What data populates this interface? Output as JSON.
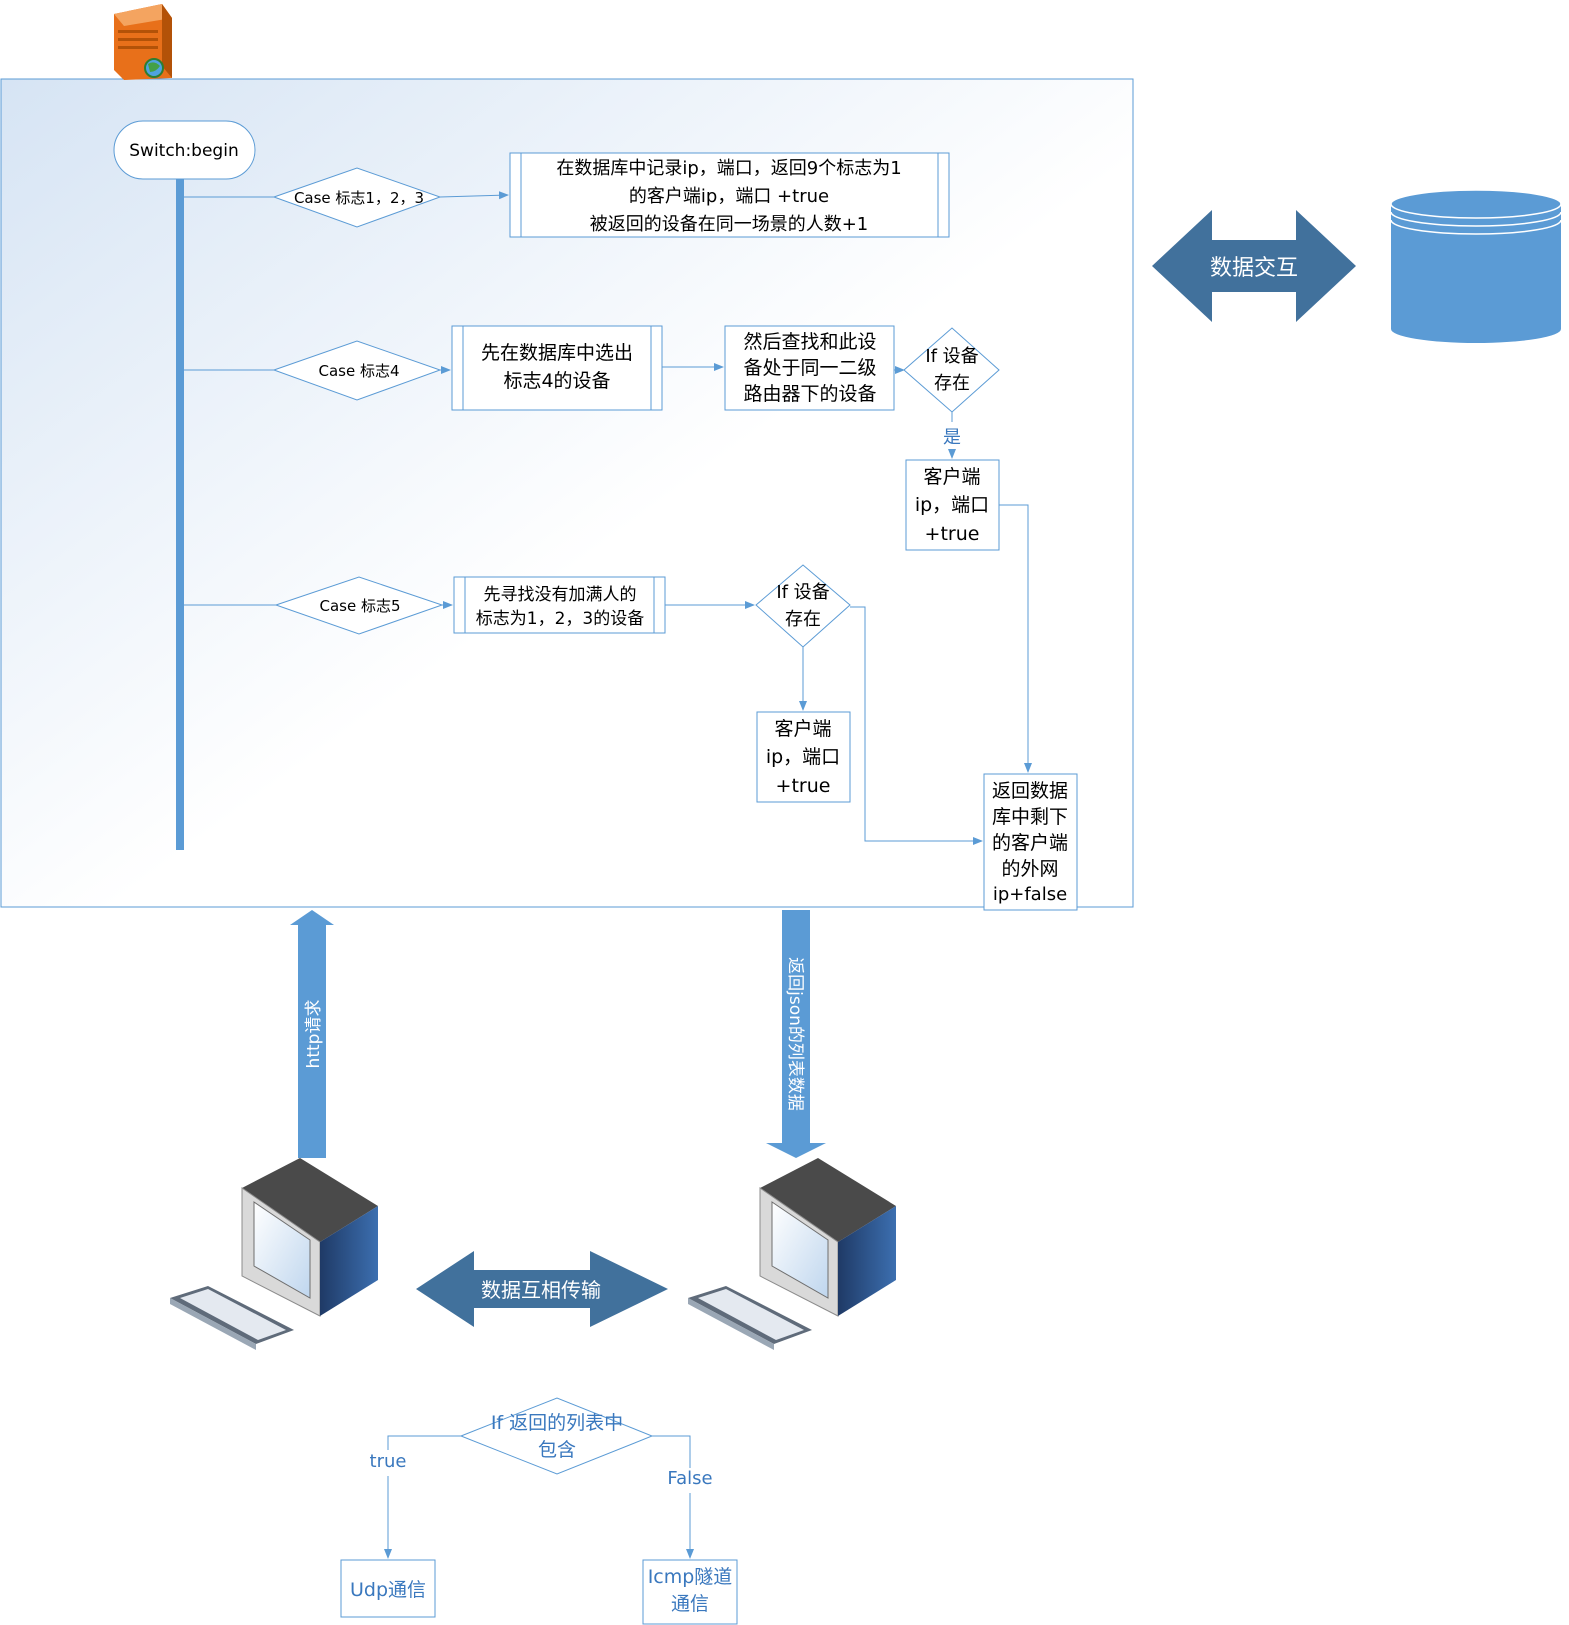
{
  "colors": {
    "accent": "#5B9BD5",
    "arrow_dark": "#41719C",
    "line": "#5B9BD5",
    "text_blue": "#3A78BE",
    "server_orange": "#E36C09"
  },
  "icons": {
    "server": "server-icon",
    "database": "database-icon",
    "computers": "desktop-computer-icon"
  },
  "flow": {
    "start": "Switch:begin",
    "case123": {
      "label": "Case 标志1，2，3",
      "box_lines": [
        "在数据库中记录ip，端口，返回9个标志为1",
        "的客户端ip，端口 +true",
        "被返回的设备在同一场景的人数+1"
      ]
    },
    "case4": {
      "label": "Case 标志4",
      "box1_lines": [
        "先在数据库中选出",
        "标志4的设备"
      ],
      "box2_lines": [
        "然后查找和此设",
        "备处于同一二级",
        "路由器下的设备"
      ],
      "decision_lines": [
        "If 设备",
        "存在"
      ],
      "yes_label": "是",
      "result_lines": [
        "客户端",
        "ip，端口",
        "+true"
      ]
    },
    "case5": {
      "label": "Case 标志5",
      "box_lines": [
        "先寻找没有加满人的",
        "标志为1，2，3的设备"
      ],
      "decision_lines": [
        "If 设备",
        "存在"
      ],
      "result_lines": [
        "客户端",
        "ip，端口",
        "+true"
      ]
    },
    "fallback_lines": [
      "返回数据",
      "库中剩下",
      "的客户端",
      "的外网",
      "ip+false"
    ]
  },
  "arrows": {
    "data_exchange": "数据交互",
    "http_request": "http请求",
    "return_json": "返回json的列表数据",
    "peer_transfer": "数据互相传输"
  },
  "bottom_flow": {
    "decision_lines": [
      "If 返回的列表中",
      "包含"
    ],
    "true_label": "true",
    "false_label": "False",
    "udp_label": "Udp通信",
    "icmp_lines": [
      "Icmp隧道",
      "通信"
    ]
  }
}
